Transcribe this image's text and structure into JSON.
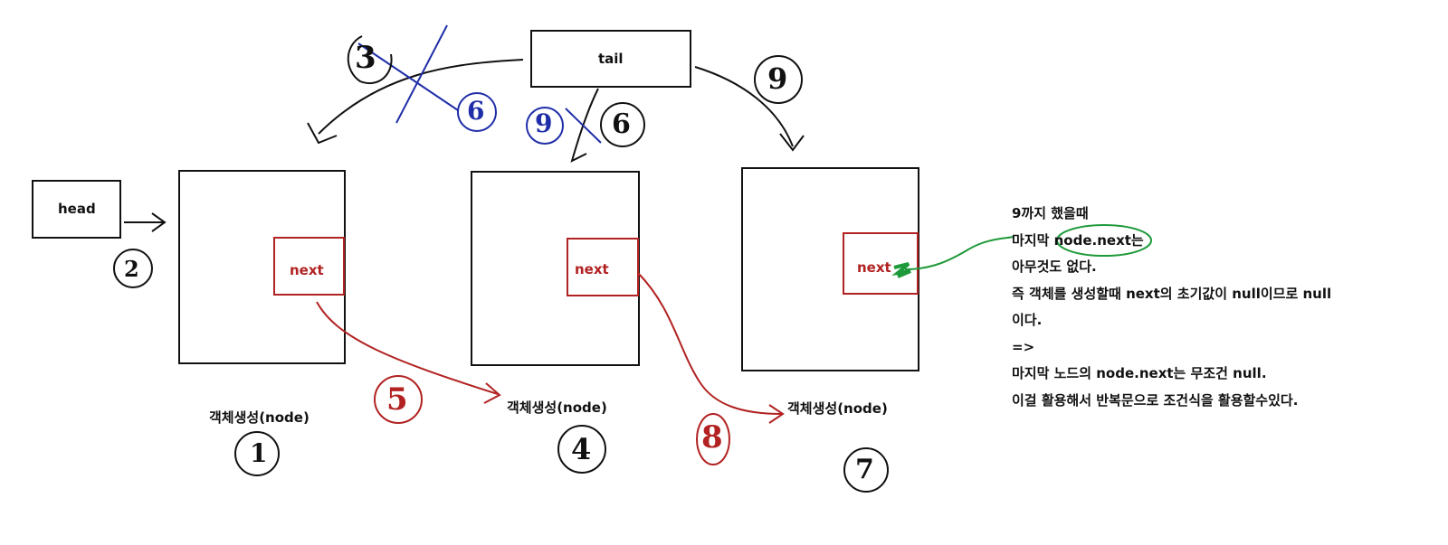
{
  "diagram": {
    "tail_label": "tail",
    "head_label": "head",
    "next_label": "next",
    "node_caption": "객체생성(node)",
    "step_numbers": {
      "n1": "1",
      "n2": "2",
      "n3": "3",
      "n4": "4",
      "n5": "5",
      "n6_left": "6",
      "n6_mid": "6",
      "n7": "7",
      "n8": "8",
      "n9_mid": "9",
      "n9_right": "9"
    },
    "notes": [
      "9까지 했을때",
      "마지막 node.next는",
      "아무것도 없다.",
      "즉 객체를 생성할때 next의 초기값이 null이므로 null",
      "이다.",
      "=>",
      "마지막 노드의 node.next는 무조건 null.",
      "이걸 활용해서 반복문으로 조건식을 활용할수있다."
    ],
    "colors": {
      "ink": "#111111",
      "next": "#b22222",
      "blue": "#1f2ea8",
      "green": "#1e9a3a"
    }
  }
}
